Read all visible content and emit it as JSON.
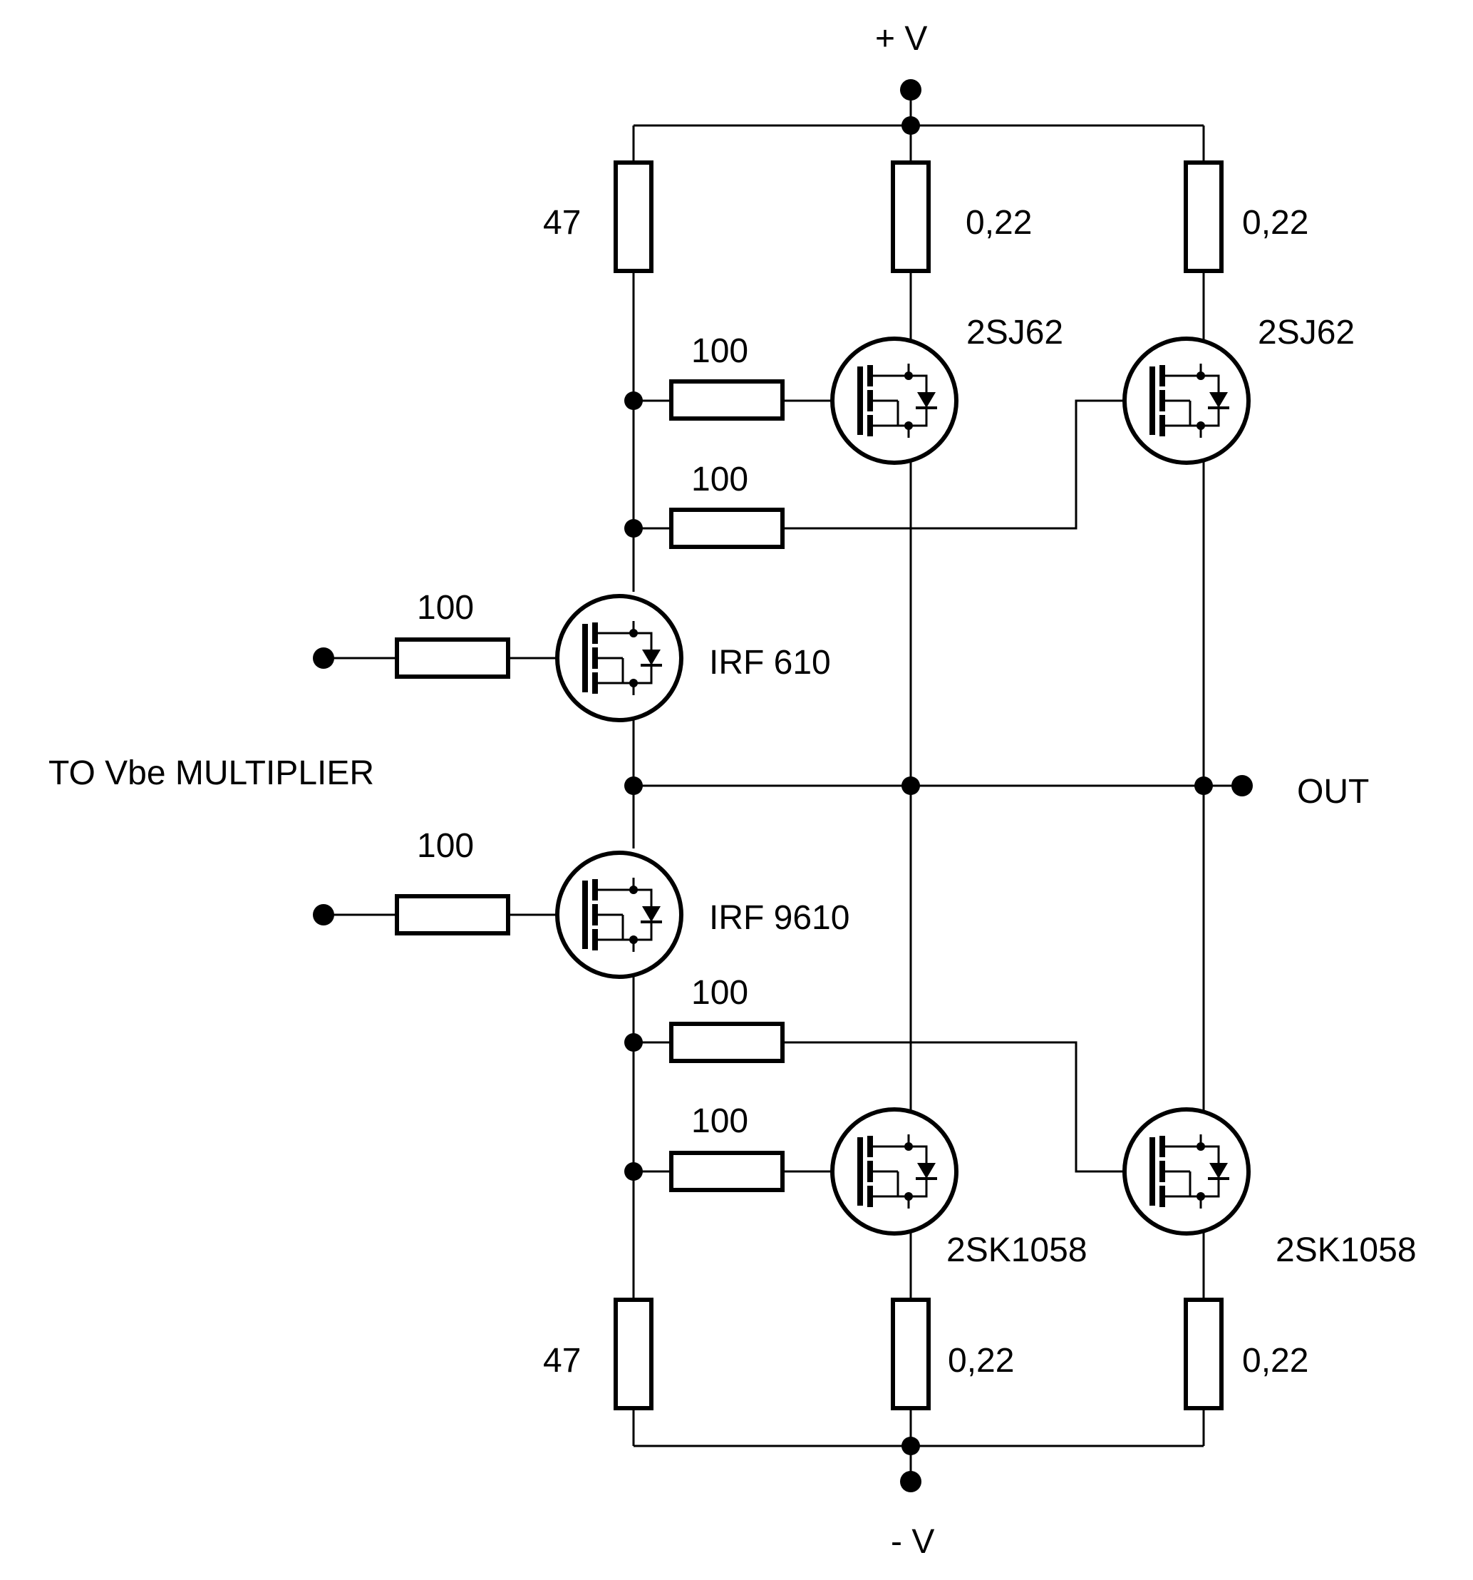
{
  "supply": {
    "positive": "+ V",
    "negative": "- V"
  },
  "input_label": "TO Vbe MULTIPLIER",
  "output_label": "OUT",
  "resistors": {
    "r_top_left": "47",
    "r_bottom_left": "47",
    "r_top_mid": "0,22",
    "r_top_right": "0,22",
    "r_bottom_mid": "0,22",
    "r_bottom_right": "0,22",
    "r_gate_top_1": "100",
    "r_gate_top_2": "100",
    "r_gate_bottom_1": "100",
    "r_gate_bottom_2": "100",
    "r_input_top": "100",
    "r_input_bottom": "100"
  },
  "transistors": {
    "driver_top": "IRF 610",
    "driver_bottom": "IRF 9610",
    "out_p_1": "2SJ62",
    "out_p_2": "2SJ62",
    "out_n_1": "2SK1058",
    "out_n_2": "2SK1058"
  },
  "colors": {
    "ink": "#000000",
    "background": "#ffffff"
  }
}
